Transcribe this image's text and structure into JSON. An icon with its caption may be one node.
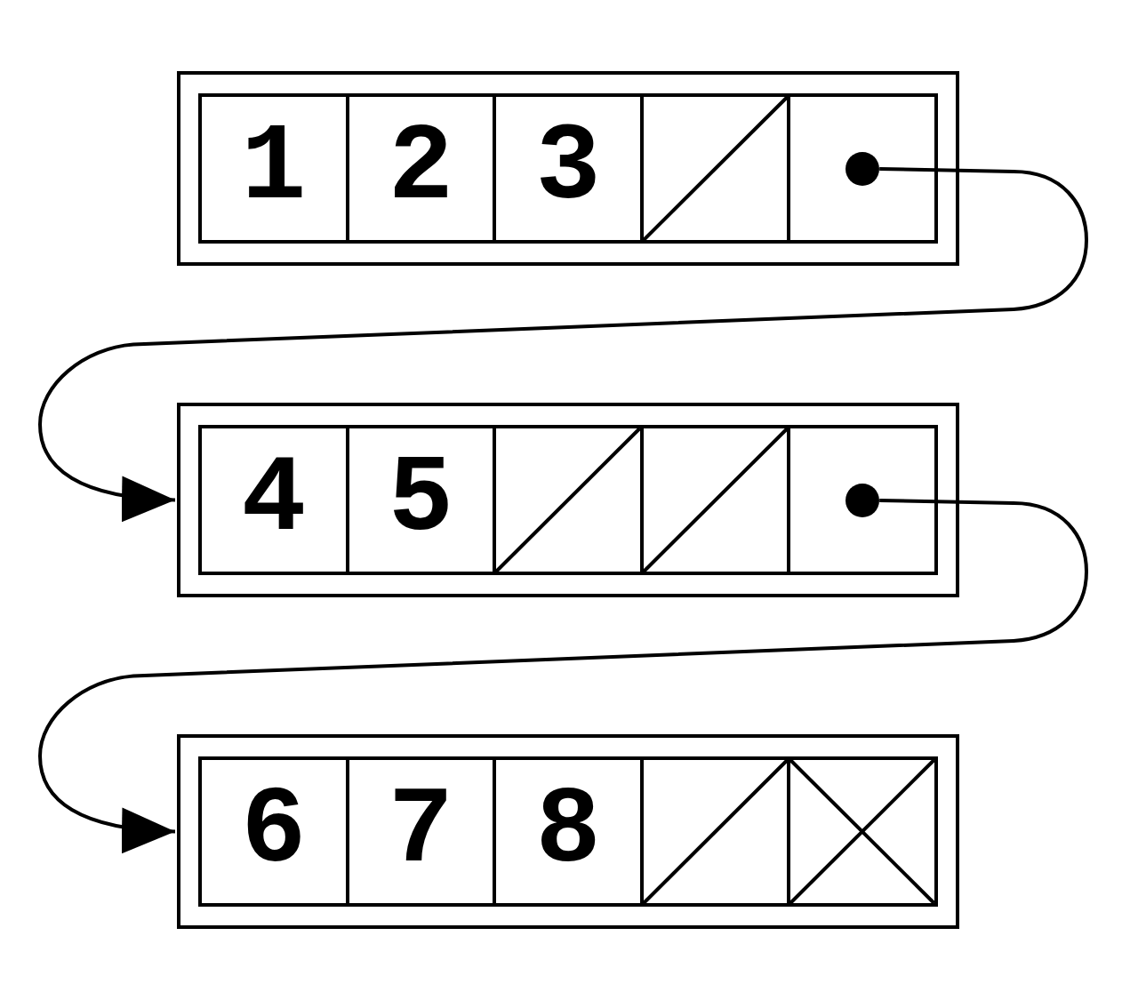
{
  "diagram": {
    "nodes": [
      {
        "text": [],
        "shape": "box"
      },
      {
        "text": [
          "1"
        ],
        "in": 0
      },
      {
        "text": [
          "2"
        ],
        "in": 0
      },
      {
        "text": [
          "3"
        ],
        "in": 0
      },
      {
        "text": [],
        "shape": "box",
        "in": 0
      },
      {
        "text": [],
        "shape": "box",
        "in": 0
      },
      {
        "text": [],
        "shape": "circle",
        "in": 5
      },
      {
        "text": [],
        "shape": "box"
      },
      {
        "text": [
          "4"
        ],
        "in": 7
      },
      {
        "text": [
          "5"
        ],
        "in": 7
      },
      {
        "text": [],
        "shape": "box",
        "in": 7
      },
      {
        "text": [],
        "shape": "box",
        "in": 7
      },
      {
        "text": [],
        "shape": "box",
        "in": 7
      },
      {
        "text": [],
        "shape": "circle",
        "in": 12
      },
      {
        "text": [],
        "shape": "box"
      },
      {
        "text": [
          "6"
        ],
        "in": 14
      },
      {
        "text": [
          "7"
        ],
        "in": 14
      },
      {
        "text": [
          "8"
        ],
        "in": 14
      },
      {
        "text": [],
        "shape": "box",
        "in": 14
      },
      {
        "text": [],
        "shape": "box",
        "in": 14
      }
    ],
    "edges": [
      {
        "from": 6,
        "to": 7,
        "arrow": "to"
      },
      {
        "from": 13,
        "to": 14,
        "arrow": "to"
      }
    ]
  }
}
